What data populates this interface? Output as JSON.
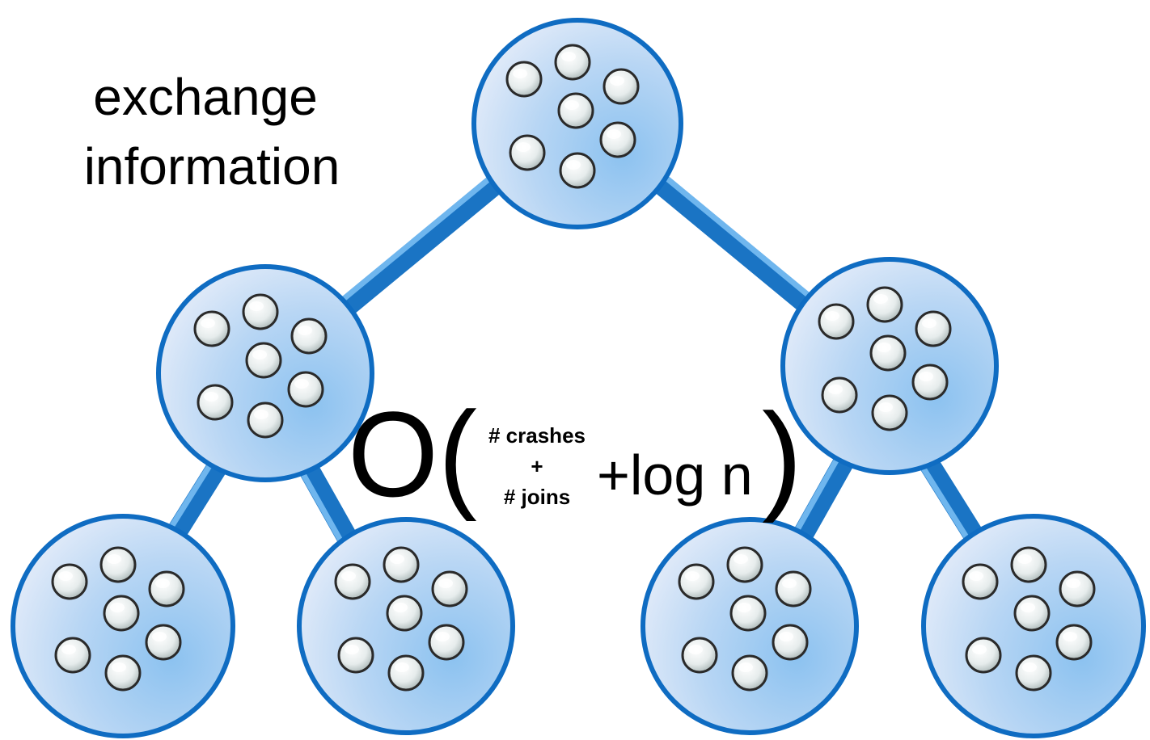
{
  "caption": {
    "line1": "exchange",
    "line2": "information"
  },
  "formula": {
    "big_o": "O(",
    "top": "# crashes",
    "plus": "+",
    "bottom": "# joins",
    "tail": "+log n",
    "close": ")"
  },
  "tree": {
    "nodes": [
      "root",
      "left",
      "right",
      "left-left",
      "left-right",
      "right-left",
      "right-right"
    ],
    "edges": [
      [
        "root",
        "left"
      ],
      [
        "root",
        "right"
      ],
      [
        "left",
        "left-left"
      ],
      [
        "left",
        "left-right"
      ],
      [
        "right",
        "right-left"
      ],
      [
        "right",
        "right-right"
      ]
    ],
    "members_per_node": 7
  },
  "colors": {
    "node_fill_light": "#e4ecf9",
    "node_fill_dark": "#8cc2f0",
    "node_border": "#0f6cc2",
    "edge": "#1978c8",
    "member_fill": "#eef2f2",
    "member_border": "#2a2a2a"
  }
}
